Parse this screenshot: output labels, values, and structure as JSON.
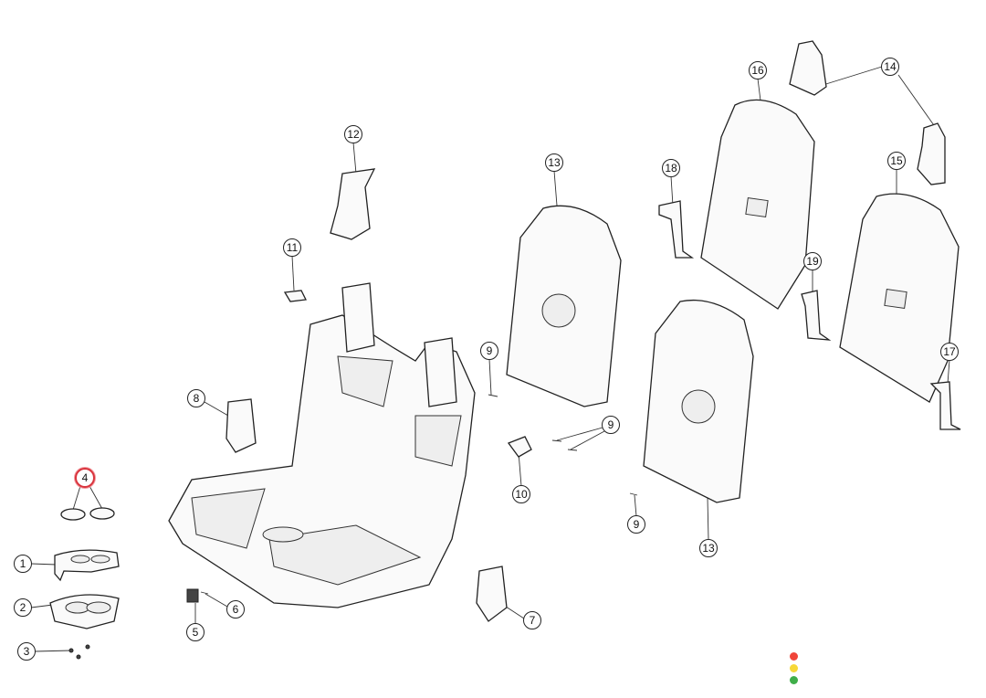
{
  "diagram": {
    "callouts": [
      "16",
      "14",
      "12",
      "13",
      "18",
      "15",
      "11",
      "19",
      "9",
      "8",
      "9",
      "17",
      "4",
      "10",
      "9",
      "13",
      "1",
      "2",
      "6",
      "7",
      "5",
      "3"
    ],
    "selected_callout": "4"
  },
  "legend_dots": {
    "red": "#f0453a",
    "yellow": "#f7d838",
    "green": "#3fae49"
  }
}
